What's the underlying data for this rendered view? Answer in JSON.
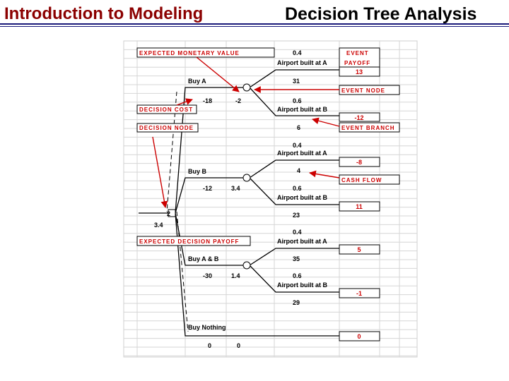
{
  "header": {
    "left_title": "Introduction to Modeling",
    "right_title": "Decision Tree Analysis"
  },
  "labels": {
    "emv": "EXPECTED MONETARY VALUE",
    "event": "EVENT",
    "payoff": "PAYOFF",
    "event_node": "EVENT NODE",
    "decision_cost": "DECISION COST",
    "decision_node": "DECISION NODE",
    "event_branch": "EVENT BRANCH",
    "cash_flow": "CASH FLOW",
    "expected_decision_payoff": "EXPECTED DECISION PAYOFF"
  },
  "tree": {
    "root_value": "2",
    "root_emv": "3.4",
    "alternatives": [
      {
        "name": "Buy A",
        "cost": "-18",
        "emv": "-2",
        "events": [
          {
            "prob": "0.4",
            "event": "Airport built at A",
            "cash": "31",
            "payoff": "13"
          },
          {
            "prob": "0.6",
            "event": "Airport built at B",
            "cash": "6",
            "payoff": "-12"
          }
        ]
      },
      {
        "name": "Buy B",
        "cost": "-12",
        "emv": "3.4",
        "events": [
          {
            "prob": "0.4",
            "event": "Airport built at A",
            "cash": "4",
            "payoff": "-8"
          },
          {
            "prob": "0.6",
            "event": "Airport built at B",
            "cash": "23",
            "payoff": "11"
          }
        ]
      },
      {
        "name": "Buy A & B",
        "cost": "-30",
        "emv": "1.4",
        "events": [
          {
            "prob": "0.4",
            "event": "Airport built at A",
            "cash": "35",
            "payoff": "5"
          },
          {
            "prob": "0.6",
            "event": "Airport built at B",
            "cash": "29",
            "payoff": "-1"
          }
        ]
      },
      {
        "name": "Buy Nothing",
        "cost": "0",
        "emv": "0",
        "events": [],
        "payoff": "0"
      }
    ]
  },
  "colors": {
    "annotation": "#cc0000",
    "grid": "#cfcfcf",
    "title_left": "#8b0000"
  }
}
